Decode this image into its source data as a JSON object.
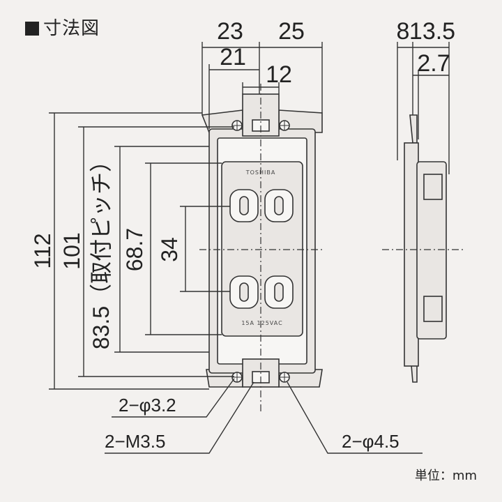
{
  "header": {
    "title": "寸法図"
  },
  "footer": {
    "unit_label": "単位：mm"
  },
  "dimensions": {
    "width_left": "23",
    "width_right": "25",
    "width_inner": "21",
    "width_center": "12",
    "height_total": "112",
    "height_101": "101",
    "height_pitch": "83.5（取付ピッチ）",
    "height_68": "68.7",
    "height_34": "34",
    "side_8": "8",
    "side_13": "13.5",
    "side_27": "2.7",
    "hole_small": "2−φ3.2",
    "screw": "2−M3.5",
    "hole_large": "2−φ4.5"
  },
  "outlet": {
    "brand": "TOSHIBA",
    "rating": "15A 125VAC"
  },
  "icons": [
    "square-bullet-icon"
  ]
}
